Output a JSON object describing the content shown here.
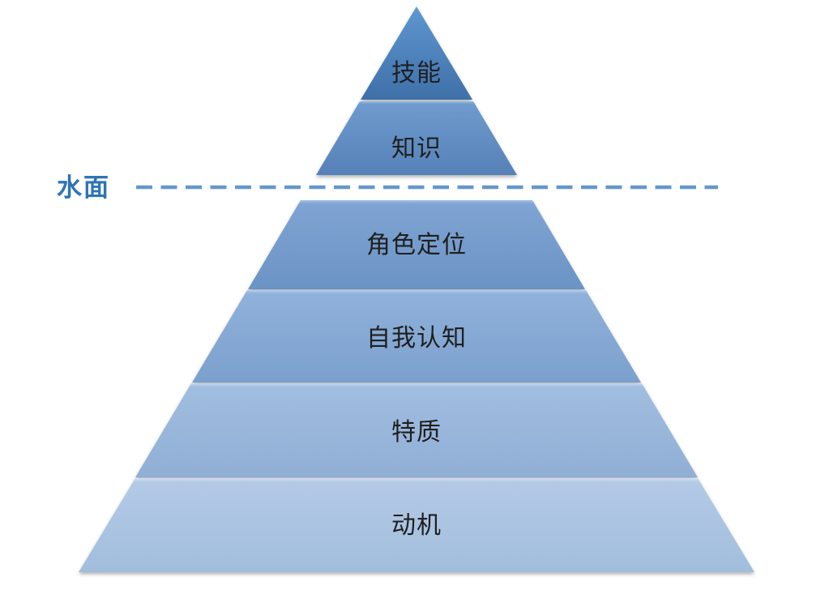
{
  "canvas": {
    "background": "#ffffff",
    "label_text_color": "#1f1f1f"
  },
  "diagram": {
    "type": "pyramid",
    "description": "iceberg-competency-pyramid",
    "levels": [
      {
        "label": "技能",
        "edge": "#6BA0D6",
        "top": "#5C93CE",
        "bottom": "#3F70A8"
      },
      {
        "label": "知识",
        "edge": "#9ABBE0",
        "top": "#6E9ACD",
        "bottom": "#5681B8"
      },
      {
        "label": "角色定位",
        "edge": "#A8C3E5",
        "top": "#7EA4D3",
        "bottom": "#6B93C4"
      },
      {
        "label": "自我认知",
        "edge": "#B5CCE9",
        "top": "#8FB1DA",
        "bottom": "#7CA0CD"
      },
      {
        "label": "特质",
        "edge": "#C4D6ED",
        "top": "#A1BDE0",
        "bottom": "#90AFD5"
      },
      {
        "label": "动机",
        "edge": "#D2DFF2",
        "top": "#B3CAE7",
        "bottom": "#A2BDDC"
      }
    ],
    "waterline": {
      "label": "水面",
      "label_color": "#2E74B5",
      "line_color": "#6598CC"
    }
  }
}
